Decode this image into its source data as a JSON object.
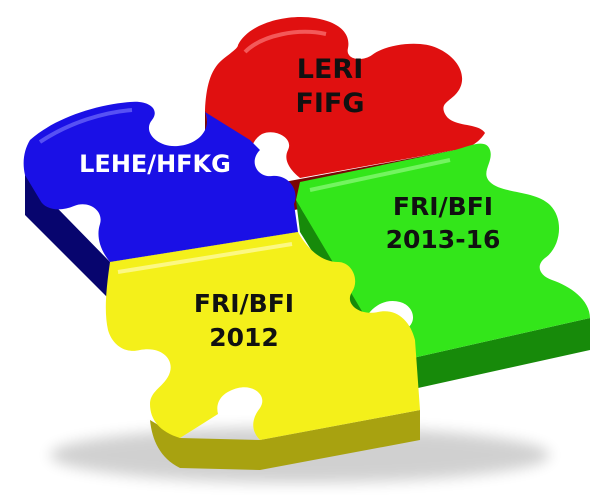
{
  "pieces": {
    "red": {
      "line1": "LERI",
      "line2": "FIFG",
      "color": "#e01010",
      "shade": "#7a0606"
    },
    "blue": {
      "line1": "LEHE/HFKG",
      "color": "#1a10e6",
      "shade": "#07056e"
    },
    "green": {
      "line1": "FRI/BFI",
      "line2": "2013-16",
      "color": "#33e61a",
      "shade": "#178a0a"
    },
    "yellow": {
      "line1": "FRI/BFI",
      "line2": "2012",
      "color": "#f4f01a",
      "shade": "#a8a210"
    }
  }
}
